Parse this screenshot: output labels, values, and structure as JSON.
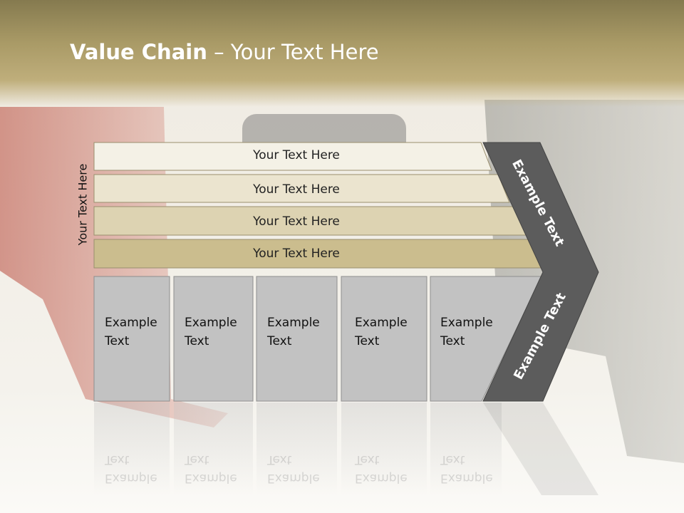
{
  "title": {
    "bold": "Value Chain",
    "rest": " – Your Text Here"
  },
  "side_label": "Your Text Here",
  "rows": [
    {
      "label": "Your Text Here"
    },
    {
      "label": "Your Text Here"
    },
    {
      "label": "Your Text Here"
    },
    {
      "label": "Your Text Here"
    }
  ],
  "boxes": [
    {
      "line1": "Example",
      "line2": "Text"
    },
    {
      "line1": "Example",
      "line2": "Text"
    },
    {
      "line1": "Example",
      "line2": "Text"
    },
    {
      "line1": "Example",
      "line2": "Text"
    },
    {
      "line1": "Example",
      "line2": "Text"
    }
  ],
  "chevron": {
    "upper": "Example Text",
    "lower": "Example Text"
  },
  "colors": {
    "row1": "#f4f1e6",
    "row2": "#ebe4cf",
    "row3": "#ddd3b2",
    "row4": "#cbbd8e",
    "box": "#c2c2c2",
    "chevron": "#5c5c5c"
  }
}
